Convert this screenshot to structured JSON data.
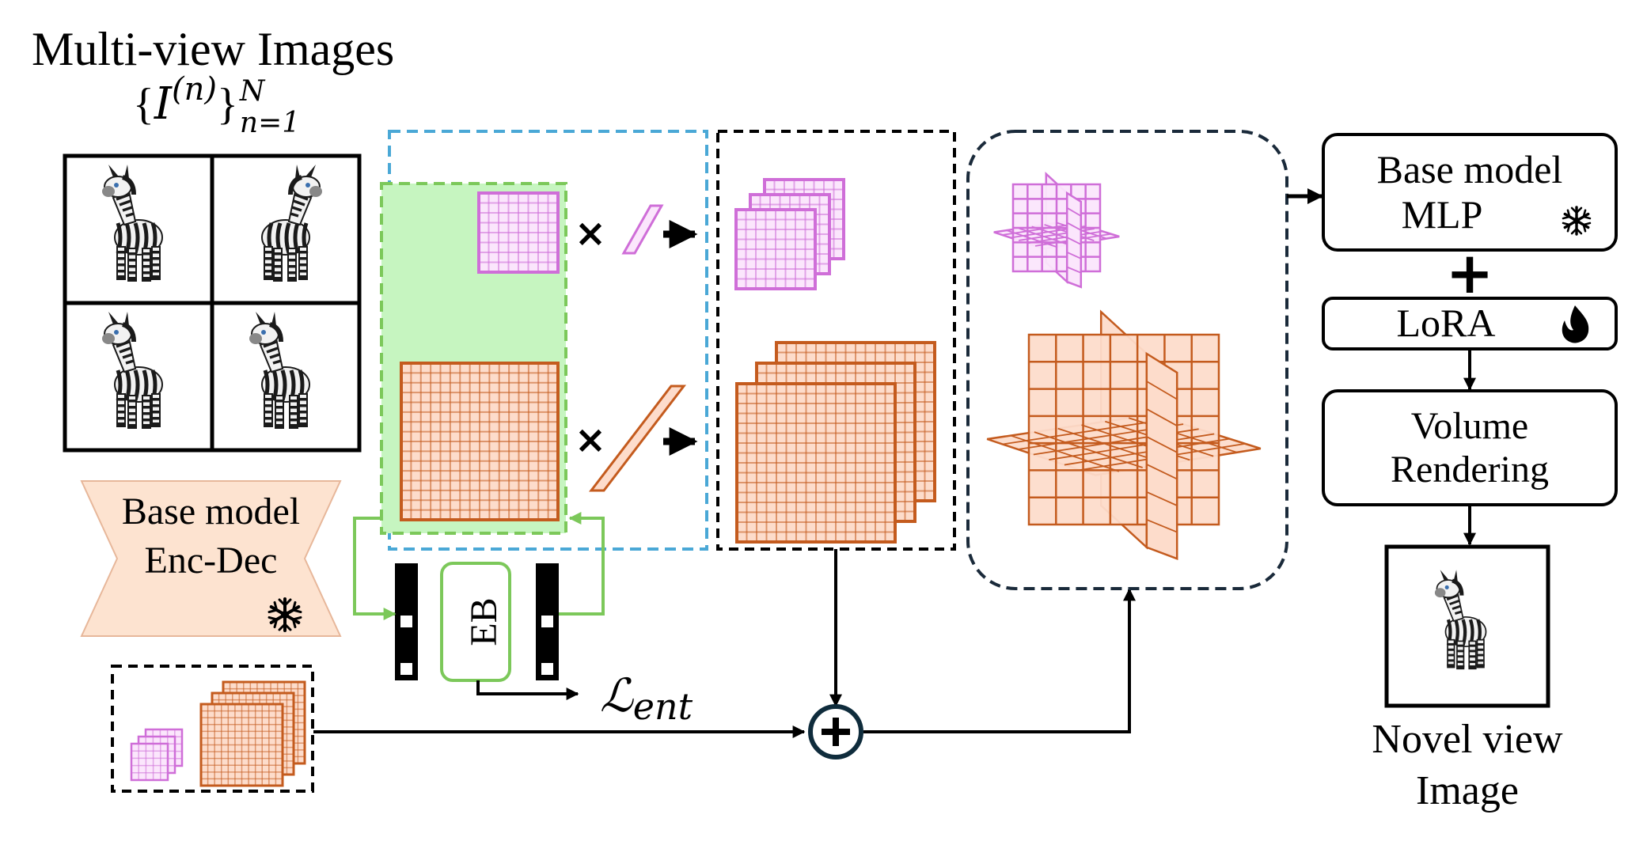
{
  "input": {
    "title": "Multi-view Images",
    "set_notation": {
      "open": "{",
      "symbol": "I",
      "superscript": "(n)",
      "close": "}",
      "upper": "N",
      "lower": "n=1"
    }
  },
  "encoder": {
    "line1": "Base model",
    "line2": "Enc-Dec",
    "frozen_icon": "snowflake-icon"
  },
  "entropy": {
    "block_label": "EB",
    "loss_symbol": "ℒ",
    "loss_subscript": "ent"
  },
  "operators": {
    "multiply": "×",
    "add": "+"
  },
  "decoder": {
    "mlp": {
      "line1": "Base model",
      "line2": "MLP",
      "frozen_icon": "snowflake-icon"
    },
    "plus": "+",
    "lora": {
      "label": "LoRA",
      "trainable_icon": "flame-icon"
    },
    "render": {
      "line1": "Volume",
      "line2": "Rendering"
    }
  },
  "output": {
    "line1": "Novel view",
    "line2": "Image"
  },
  "colors": {
    "green": "#7cc85a",
    "green_fill": "#c6f5c0",
    "blue_dash": "#4aa8d6",
    "pink": "#cf6ed8",
    "pink_fill": "#fbe6fc",
    "orange": "#c45b1e",
    "orange_fill": "#fddccb",
    "enc_fill": "#fde3d0",
    "dark_dash": "#1a2a3a"
  }
}
